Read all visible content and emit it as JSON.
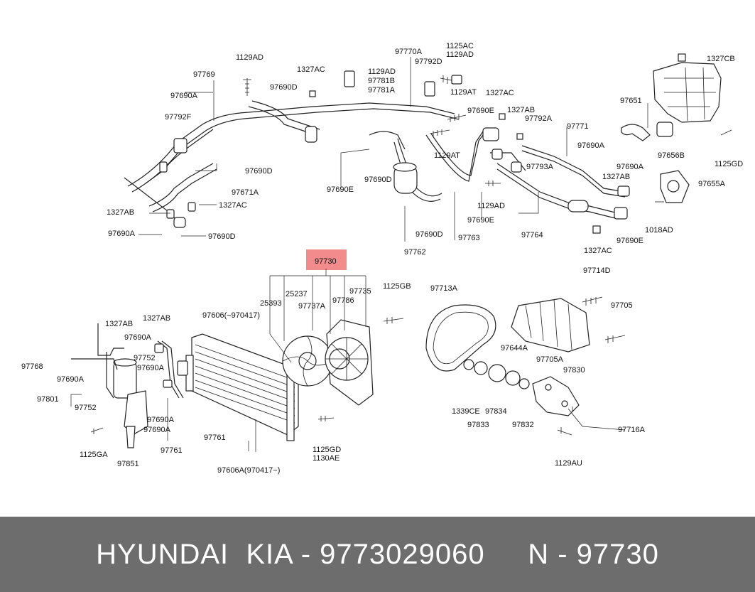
{
  "highlight_color": "#f28b8b",
  "footer_bg": "#6d6d6d",
  "highlighted_part": "97730",
  "labels": [
    "1129AD",
    "97769",
    "97690A",
    "97792F",
    "97690D",
    "97671A",
    "1327AB",
    "1327AC",
    "97690A",
    "97690D",
    "1327AC",
    "1129AD",
    "97781B",
    "97781A",
    "97690D",
    "97770A",
    "97792D",
    "1125AC",
    "1129AD",
    "1129AT",
    "1327AC",
    "97690E",
    "1327AB",
    "97792A",
    "97690E",
    "97690D",
    "1129AT",
    "97763",
    "97690D",
    "97762",
    "97690E",
    "97764",
    "97771",
    "97690A",
    "97793A",
    "1129AD",
    "1327AB",
    "97690A",
    "97690E",
    "1327AC",
    "1327CB",
    "97651",
    "97656B",
    "1125GD",
    "97655A",
    "1018AD",
    "97730",
    "25393",
    "25237",
    "97737A",
    "97786",
    "97735",
    "1125GB",
    "97606(−970417)",
    "1327AB",
    "97690A",
    "1327AB",
    "97752",
    "97690A",
    "97768",
    "97690A",
    "97801",
    "97752",
    "1125GA",
    "97851",
    "97690A",
    "97690A",
    "97761",
    "97761",
    "97606A(970417−)",
    "1125GD",
    "1130AE",
    "97713A",
    "97714D",
    "97705",
    "97644A",
    "97705A",
    "97830",
    "1339CE",
    "97834",
    "97833",
    "97832",
    "97716A",
    "1129AU"
  ],
  "footer": {
    "text": "HYUNDAI  KIA - 9773029060     N - 97730"
  }
}
